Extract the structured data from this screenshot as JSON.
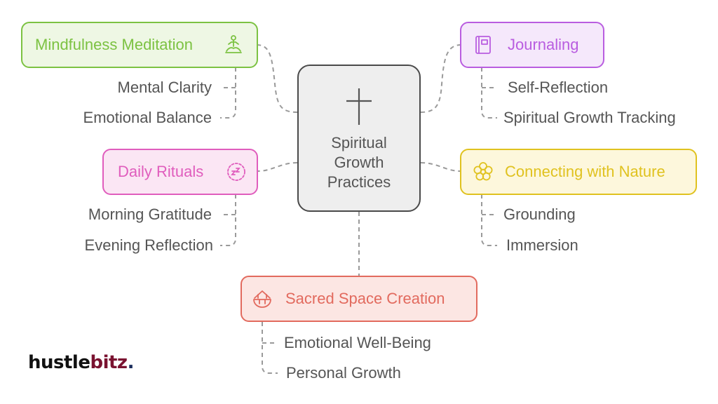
{
  "center": {
    "title": "Spiritual Growth Practices",
    "icon": "cross-icon"
  },
  "branches": {
    "mindfulness": {
      "label": "Mindfulness Meditation",
      "icon": "meditation-icon",
      "color": "#7cc242",
      "fill": "#eef7e4",
      "items": [
        "Mental Clarity",
        "Emotional Balance"
      ]
    },
    "journaling": {
      "label": "Journaling",
      "icon": "notebook-icon",
      "color": "#b95de0",
      "fill": "#f5e8fb",
      "items": [
        "Self-Reflection",
        "Spiritual Growth Tracking"
      ]
    },
    "rituals": {
      "label": "Daily Rituals",
      "icon": "sleep-clock-icon",
      "color": "#e05dbd",
      "fill": "#fbe6f4",
      "items": [
        "Morning Gratitude",
        "Evening Reflection"
      ]
    },
    "nature": {
      "label": "Connecting with Nature",
      "icon": "flower-icon",
      "color": "#e0c21f",
      "fill": "#fdf7dc",
      "items": [
        "Grounding",
        "Immersion"
      ]
    },
    "sacred": {
      "label": "Sacred Space Creation",
      "icon": "temple-icon",
      "color": "#e26a5e",
      "fill": "#fce6e3",
      "items": [
        "Emotional Well-Being",
        "Personal Growth"
      ]
    }
  },
  "logo": {
    "part1": "hustle",
    "part2": "bitz",
    "part3": "."
  }
}
